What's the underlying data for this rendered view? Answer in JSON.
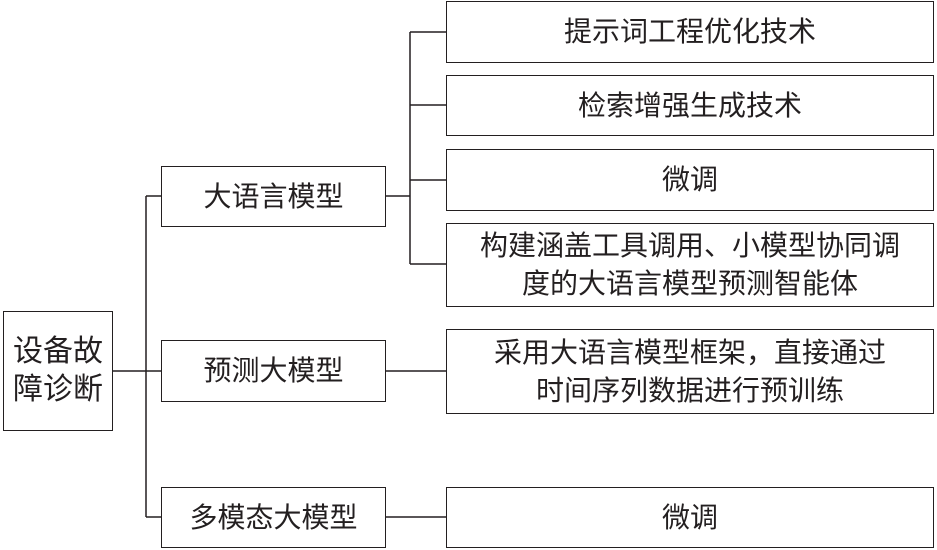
{
  "root": {
    "label_line1": "设备故",
    "label_line2": "障诊断"
  },
  "categories": [
    {
      "label": "大语言模型"
    },
    {
      "label": "预测大模型"
    },
    {
      "label": "多模态大模型"
    }
  ],
  "llm_leaves": [
    {
      "label": "提示词工程优化技术"
    },
    {
      "label": "检索增强生成技术"
    },
    {
      "label": "微调"
    },
    {
      "line1": "构建涵盖工具调用、小模型协同调",
      "line2": "度的大语言模型预测智能体"
    }
  ],
  "prediction_leaf": {
    "line1": "采用大语言模型框架，直接通过",
    "line2": "时间序列数据进行预训练"
  },
  "multimodal_leaf": {
    "label": "微调"
  }
}
